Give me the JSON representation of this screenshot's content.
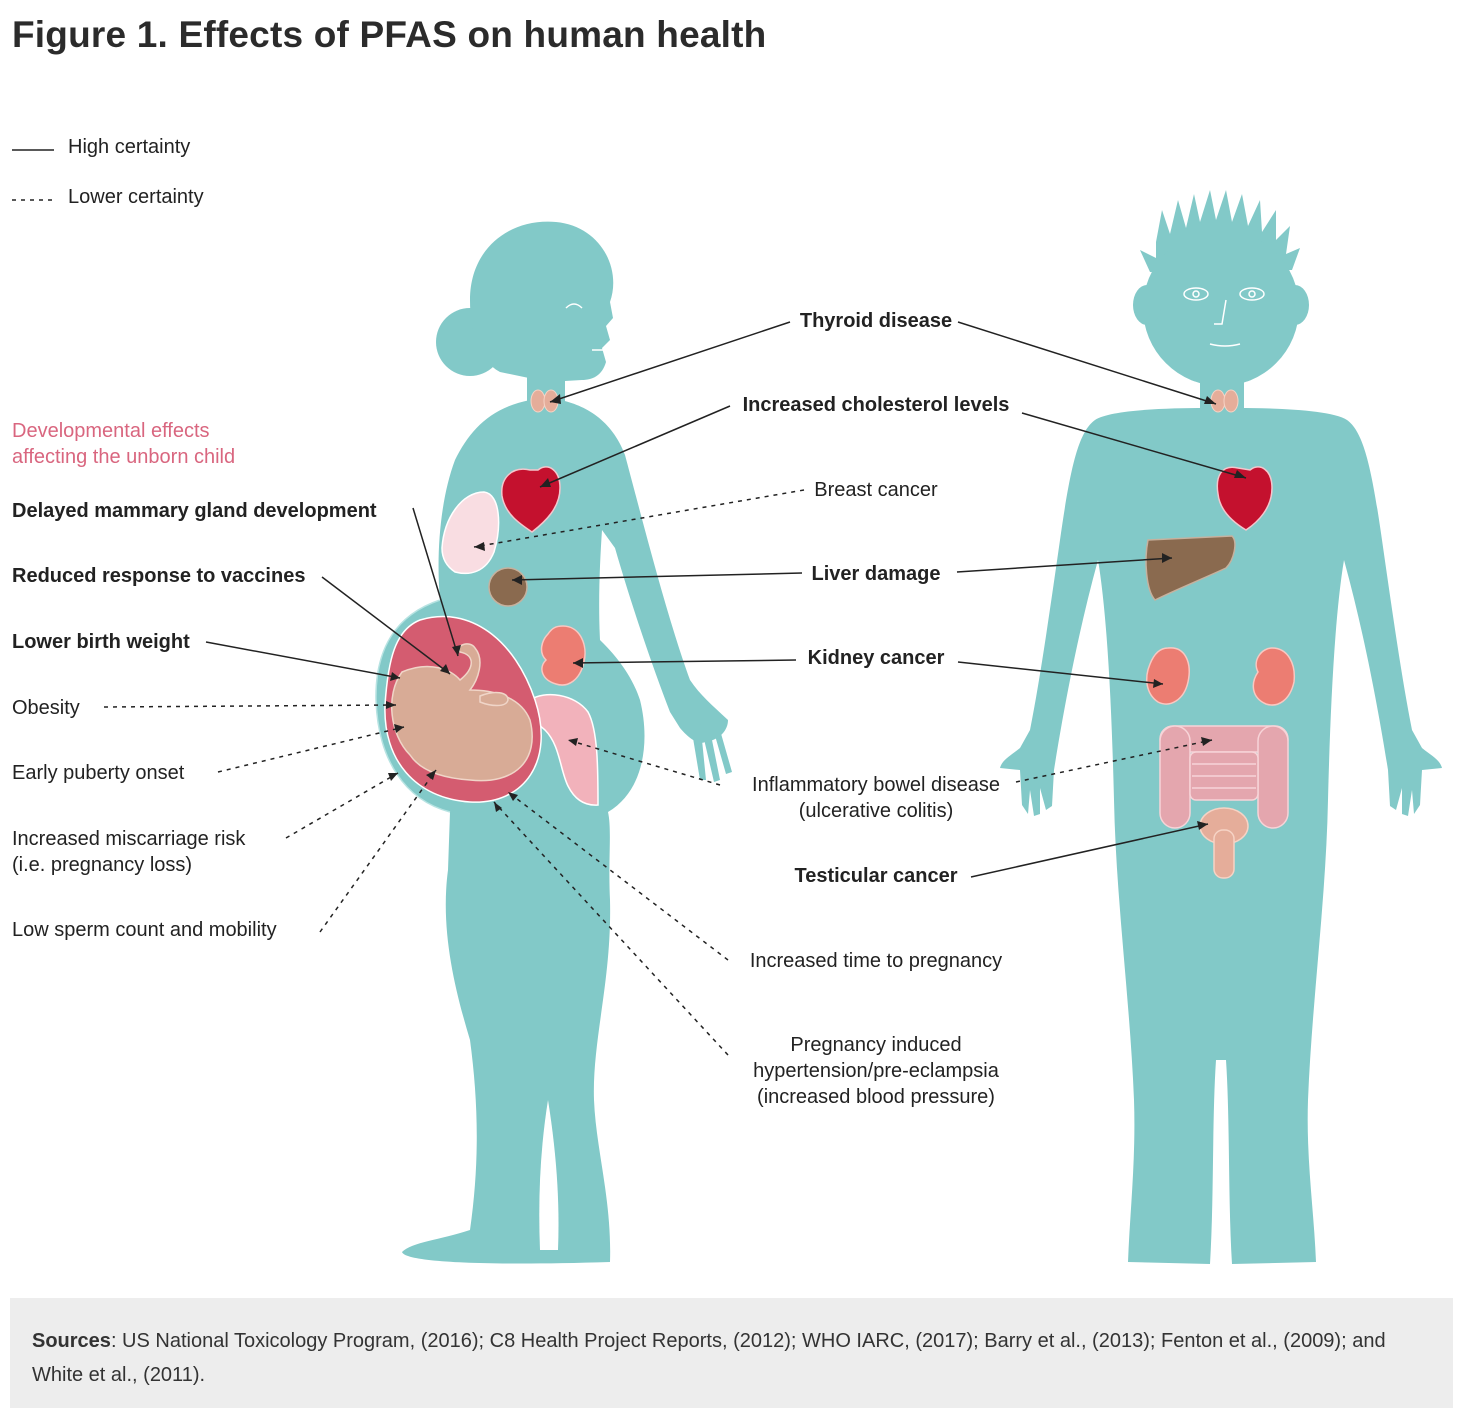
{
  "title": "Figure 1. Effects of PFAS on human health",
  "legend": {
    "high": "High certainty",
    "low": "Lower certainty"
  },
  "developmental": {
    "line1": "Developmental effects",
    "line2": "affecting the unborn child",
    "color": "#d9667f"
  },
  "left_labels": {
    "mammary": "Delayed mammary gland development",
    "vaccines": "Reduced response to vaccines",
    "birth_weight": "Lower birth weight",
    "obesity": "Obesity",
    "puberty": "Early puberty onset",
    "miscarriage_1": "Increased miscarriage risk",
    "miscarriage_2": "(i.e. pregnancy loss)",
    "sperm": "Low sperm count and mobility"
  },
  "center_labels": {
    "thyroid": "Thyroid disease",
    "cholesterol": "Increased cholesterol levels",
    "breast": "Breast cancer",
    "liver": "Liver damage",
    "kidney": "Kidney cancer",
    "ibd_1": "Inflammatory bowel disease",
    "ibd_2": "(ulcerative colitis)",
    "testicular": "Testicular cancer",
    "time_preg": "Increased time to pregnancy",
    "hyper_1": "Pregnancy induced",
    "hyper_2": "hypertension/pre-eclampsia",
    "hyper_3": "(increased blood pressure)"
  },
  "sources": {
    "label": "Sources",
    "text": ": US National Toxicology Program, (2016); C8 Health Project Reports, (2012); WHO IARC, (2017); Barry et al., (2013); Fenton et al., (2009); and White et al., (2011)."
  },
  "colors": {
    "body": "#82c9c8",
    "heart": "#c4112e",
    "liver": "#8a6a4f",
    "kidney": "#ec7d72",
    "intestine": "#e4a6ae",
    "uterus": "#d45c70",
    "fetus": "#d8ab96",
    "breast": "#f9dde2",
    "thyroid": "#e5ad9a"
  }
}
